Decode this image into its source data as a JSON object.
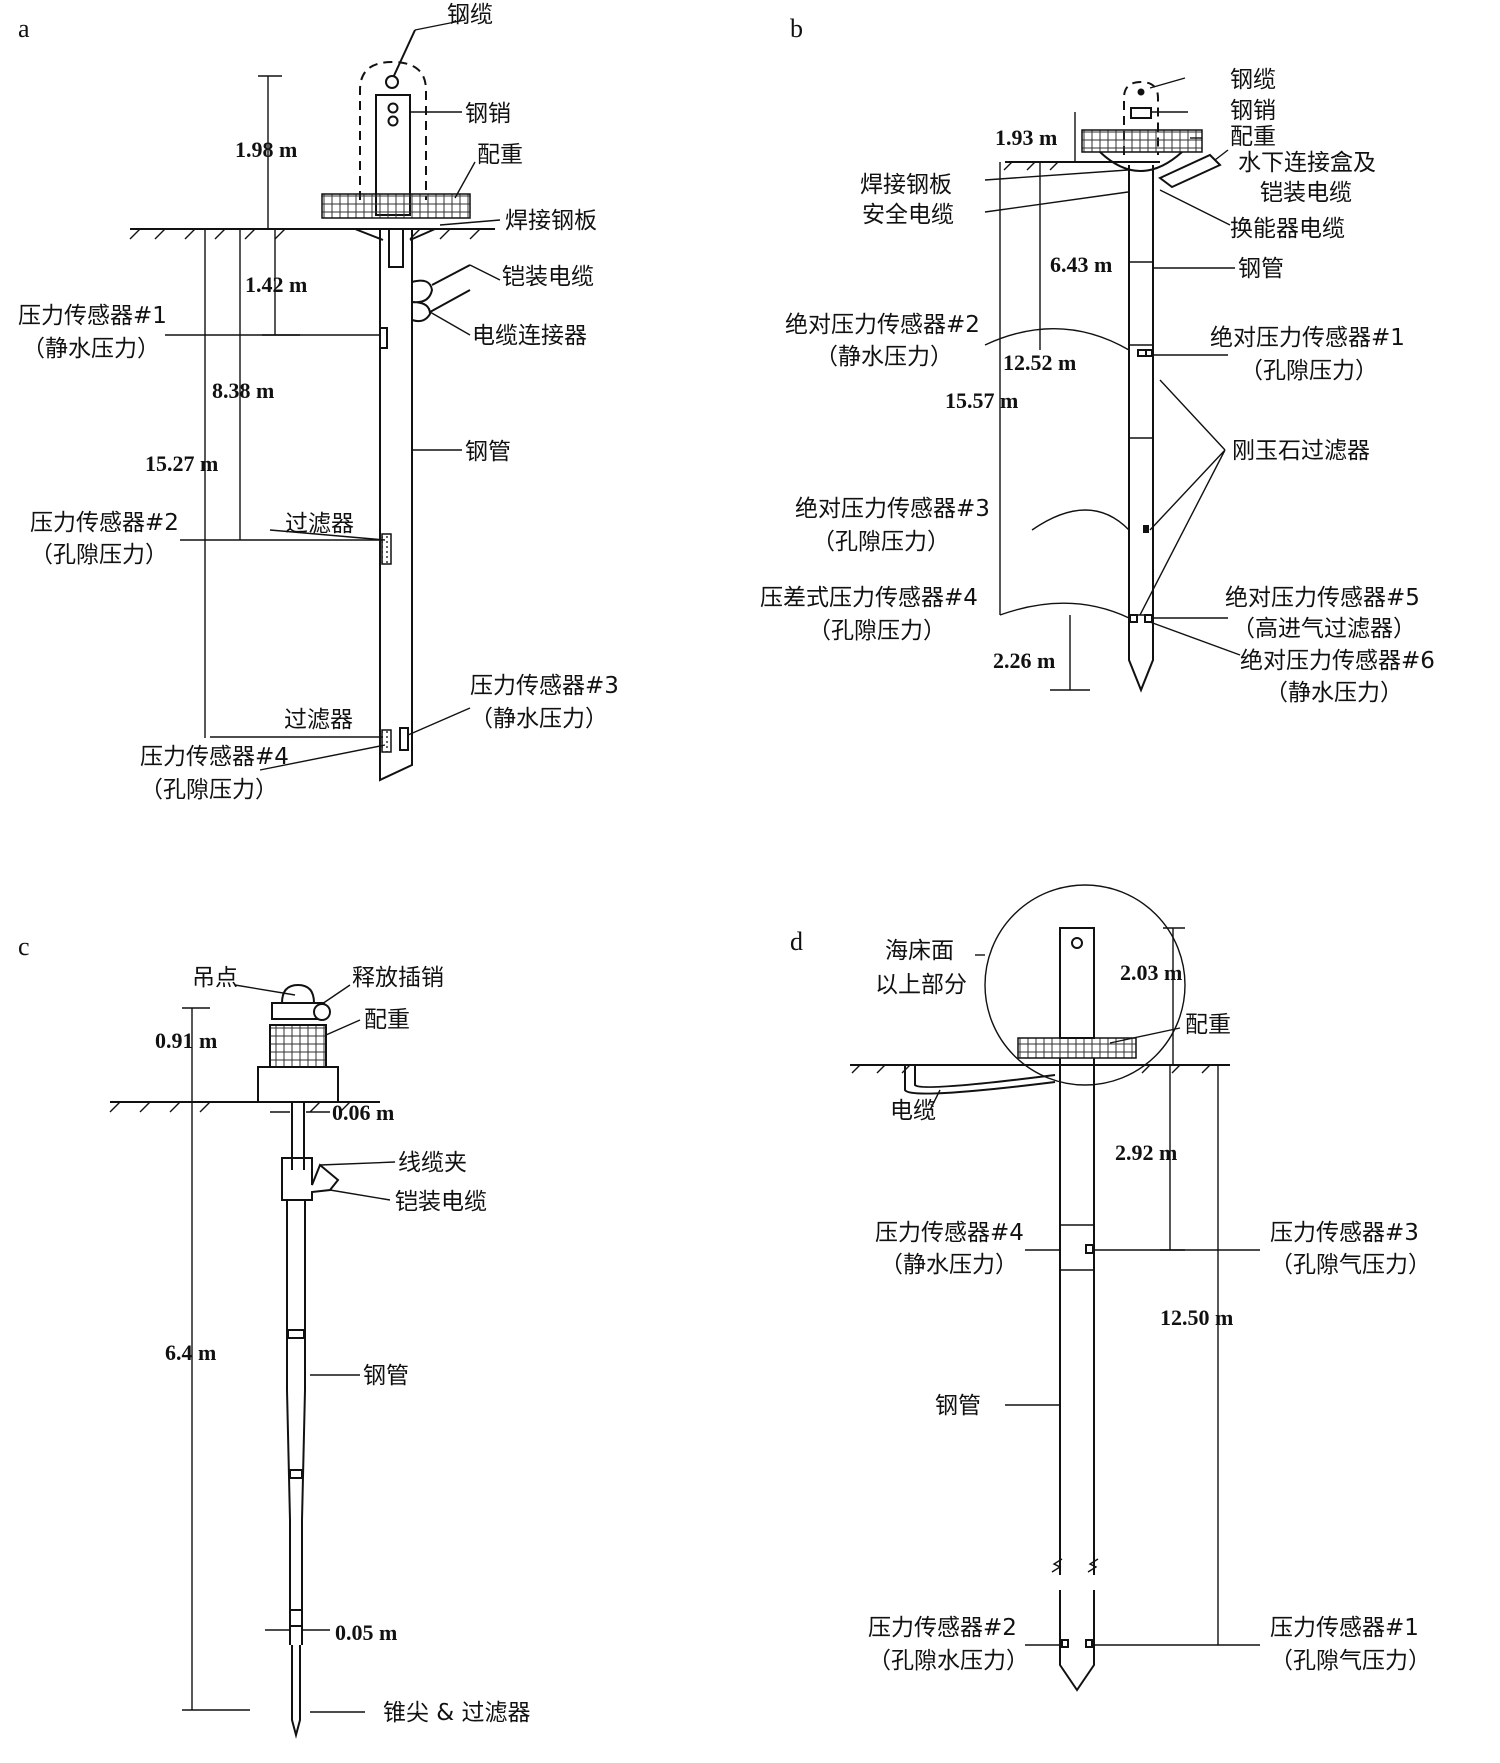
{
  "panel_a": {
    "letter": "a",
    "labels": {
      "cable": "钢缆",
      "pin": "钢销",
      "weight": "配重",
      "plate": "焊接钢板",
      "armored": "铠装电缆",
      "connector": "电缆连接器",
      "pipe": "钢管",
      "s1": "压力传感器#1",
      "s1b": "（静水压力）",
      "s2": "压力传感器#2",
      "s2b": "（孔隙压力）",
      "s3": "压力传感器#3",
      "s3b": "（静水压力）",
      "s4": "压力传感器#4",
      "s4b": "（孔隙压力）",
      "filter1": "过滤器",
      "filter2": "过滤器"
    },
    "dims": [
      "1.98 m",
      "1.42 m",
      "8.38 m",
      "15.27 m"
    ]
  },
  "panel_b": {
    "letter": "b",
    "labels": {
      "cable": "钢缆",
      "pin": "钢销",
      "weight": "配重",
      "junction1": "水下连接盒及",
      "junction2": "铠装电缆",
      "plate": "焊接钢板",
      "safety": "安全电缆",
      "transducer": "换能器电缆",
      "pipe": "钢管",
      "s2": "绝对压力传感器#2",
      "s2b": "（静水压力）",
      "s1": "绝对压力传感器#1",
      "s1b": "（孔隙压力）",
      "corundum": "刚玉石过滤器",
      "s3": "绝对压力传感器#3",
      "s3b": "（孔隙压力）",
      "s4": "压差式压力传感器#4",
      "s4b": "（孔隙压力）",
      "s5": "绝对压力传感器#5",
      "s5b": "（高进气过滤器）",
      "s6": "绝对压力传感器#6",
      "s6b": "（静水压力）"
    },
    "dims": [
      "1.93 m",
      "6.43 m",
      "12.52 m",
      "15.57 m",
      "2.26 m"
    ]
  },
  "panel_c": {
    "letter": "c",
    "labels": {
      "lift": "吊点",
      "release": "释放插销",
      "weight": "配重",
      "clamp": "线缆夹",
      "armored": "铠装电缆",
      "pipe": "钢管",
      "tip": "锥尖 & 过滤器"
    },
    "dims": [
      "0.91 m",
      "0.06 m",
      "6.4 m",
      "0.05 m"
    ]
  },
  "panel_d": {
    "letter": "d",
    "labels": {
      "above1": "海床面",
      "above2": "以上部分",
      "weight": "配重",
      "cable": "电缆",
      "pipe": "钢管",
      "s4": "压力传感器#4",
      "s4b": "（静水压力）",
      "s3": "压力传感器#3",
      "s3b": "（孔隙气压力）",
      "s2": "压力传感器#2",
      "s2b": "（孔隙水压力）",
      "s1": "压力传感器#1",
      "s1b": "（孔隙气压力）"
    },
    "dims": [
      "2.03 m",
      "2.92 m",
      "12.50 m"
    ]
  }
}
